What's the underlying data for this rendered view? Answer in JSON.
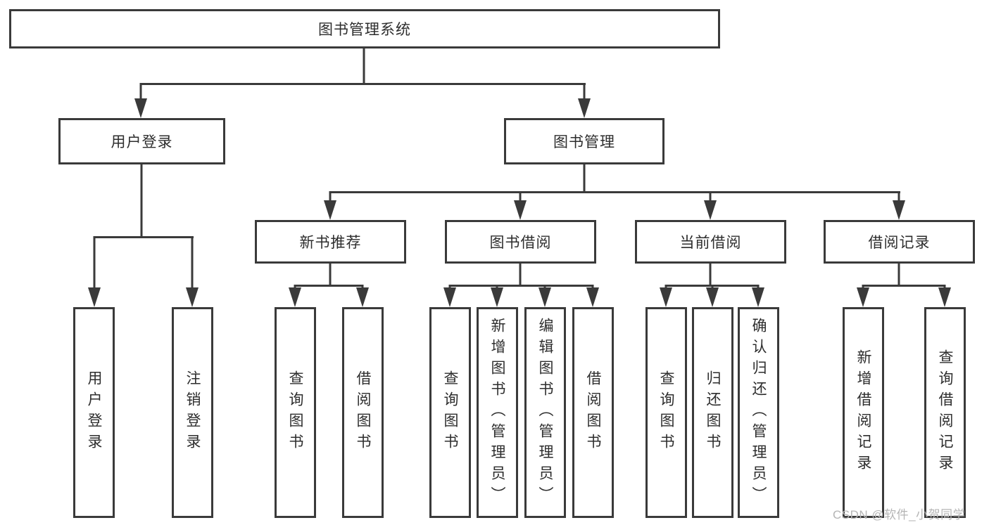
{
  "colors": {
    "line": "#3a3a3a",
    "text": "#2d2d2d",
    "box_bg": "#ffffff",
    "watermark": "#b5b5b5"
  },
  "nodes": {
    "root": "图书管理系统",
    "user_login": "用户登录",
    "book_mgmt": "图书管理",
    "new_book": "新书推荐",
    "book_borrow": "图书借阅",
    "current_borrow": "当前借阅",
    "borrow_records": "借阅记录",
    "ul_login": "用户登录",
    "ul_logout": "注销登录",
    "nb_query": "查询图书",
    "nb_borrow": "借阅图书",
    "bb_query": "查询图书",
    "bb_add": "新增图书（管理员）",
    "bb_edit": "编辑图书（管理员）",
    "bb_borrow": "借阅图书",
    "cb_query": "查询图书",
    "cb_return": "归还图书",
    "cb_confirm": "确认归还（管理员）",
    "br_add": "新增借阅记录",
    "br_query": "查询借阅记录"
  },
  "watermark": "CSDN @软件_小贺同学"
}
